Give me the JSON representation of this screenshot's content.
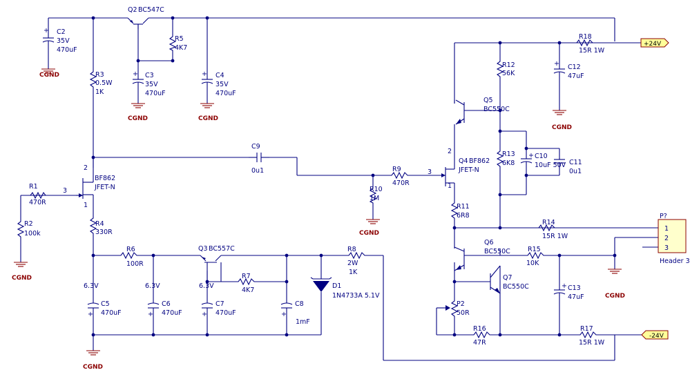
{
  "components": {
    "Q2": {
      "ref": "Q2",
      "value": "BC547C"
    },
    "Q3": {
      "ref": "Q3",
      "value": "BC557C"
    },
    "Q4": {
      "ref": "Q4",
      "value": "BF862"
    },
    "Q5": {
      "ref": "Q5",
      "value": "BC550C"
    },
    "Q6": {
      "ref": "Q6",
      "value": "BC550C"
    },
    "Q7": {
      "ref": "Q7",
      "value": "BC550C"
    },
    "Q1": {
      "value": "BF862",
      "type": "JFET-N"
    },
    "Q4t": {
      "type": "JFET-N"
    },
    "C2": {
      "ref": "C2",
      "v": "35V",
      "value": "470uF"
    },
    "C3": {
      "ref": "C3",
      "v": "35V",
      "value": "470uF"
    },
    "C4": {
      "ref": "C4",
      "v": "35V",
      "value": "470uF"
    },
    "C5": {
      "ref": "C5",
      "v": "6.3V",
      "value": "470uF"
    },
    "C6": {
      "ref": "C6",
      "v": "6.3V",
      "value": "470uF"
    },
    "C7": {
      "ref": "C7",
      "v": "6.3V",
      "value": "470uF"
    },
    "C8": {
      "ref": "C8",
      "value": "1mF"
    },
    "C9": {
      "ref": "C9",
      "value": "0u1"
    },
    "C10": {
      "ref": "C10",
      "value": "10uF 50V"
    },
    "C11": {
      "ref": "C11",
      "value": "0u1"
    },
    "C12": {
      "ref": "C12",
      "value": "47uF"
    },
    "C13": {
      "ref": "C13",
      "value": "47uF"
    },
    "R1": {
      "ref": "R1",
      "value": "470R"
    },
    "R2": {
      "ref": "R2",
      "value": "100k"
    },
    "R3": {
      "ref": "R3",
      "p": "0.5W",
      "value": "1K"
    },
    "R4": {
      "ref": "R4",
      "value": "330R"
    },
    "R5": {
      "ref": "R5",
      "value": "4K7"
    },
    "R6": {
      "ref": "R6",
      "value": "100R"
    },
    "R7": {
      "ref": "R7",
      "value": "4K7"
    },
    "R8": {
      "ref": "R8",
      "p": "2W",
      "value": "1K"
    },
    "R9": {
      "ref": "R9",
      "value": "470R"
    },
    "R10": {
      "ref": "R10",
      "value": "1M"
    },
    "R11": {
      "ref": "R11",
      "value": "6R8"
    },
    "R12": {
      "ref": "R12",
      "value": "56K"
    },
    "R13": {
      "ref": "R13",
      "value": "6K8"
    },
    "R14": {
      "ref": "R14",
      "value": "15R 1W"
    },
    "R15": {
      "ref": "R15",
      "value": "10K"
    },
    "R16": {
      "ref": "R16",
      "value": "47R"
    },
    "R17": {
      "ref": "R17",
      "value": "15R 1W"
    },
    "R18": {
      "ref": "R18",
      "value": "15R 1W"
    },
    "P2": {
      "ref": "P2",
      "value": "50R"
    },
    "D1": {
      "ref": "D1",
      "value": "1N4733A 5.1V"
    }
  },
  "pins": {
    "p1": "1",
    "p2": "2",
    "p3": "3"
  },
  "ground_label": "CGND",
  "ports": {
    "pos": "+24V",
    "neg": "-24V"
  },
  "header": {
    "ref": "P?",
    "name": "Header 3",
    "pins": [
      "1",
      "2",
      "3"
    ]
  },
  "colors": {
    "wire": "#000080",
    "ground": "#8b0000",
    "port_fill": "#ffff99",
    "connector_fill": "#ffffcc"
  }
}
